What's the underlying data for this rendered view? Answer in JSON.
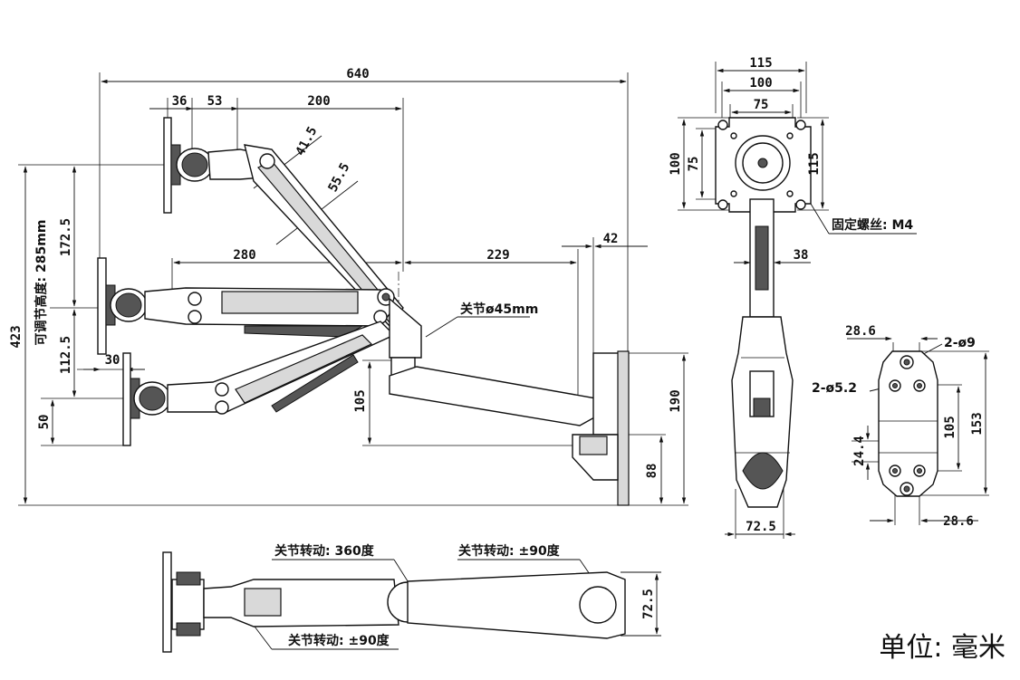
{
  "side_view": {
    "overall_width": "640",
    "offset_36": "36",
    "offset_53": "53",
    "reach_200": "200",
    "angle_41_5": "41.5",
    "arm_55_5": "55.5",
    "reach_280": "280",
    "reach_229": "229",
    "depth_42": "42",
    "overall_height": "423",
    "adjust_label": "可调节高度: 285mm",
    "up_172_5": "172.5",
    "down_112_5": "112.5",
    "bottom_50": "50",
    "offset_30": "30",
    "drop_105": "105",
    "plate_190": "190",
    "base_88": "88",
    "joint_label": "关节ø45mm"
  },
  "front_view": {
    "w_115": "115",
    "w_100": "100",
    "w_75": "75",
    "h_100": "100",
    "h_75": "75",
    "h_115": "115",
    "screw_label": "固定螺丝: M4",
    "width_38": "38",
    "width_72_5": "72.5"
  },
  "plate_view": {
    "top_28_6": "28.6",
    "hole_2_9": "2-ø9",
    "hole_2_5_2": "2-ø5.2",
    "side_24_4": "24.4",
    "h_105": "105",
    "h_153": "153",
    "bottom_28_6": "28.6"
  },
  "top_view": {
    "rot_360": "关节转动: 360度",
    "rot_90_right": "关节转动: ±90度",
    "rot_90_bottom": "关节转动: ±90度",
    "thick_72_5": "72.5"
  },
  "unit_label": "单位: 毫米"
}
